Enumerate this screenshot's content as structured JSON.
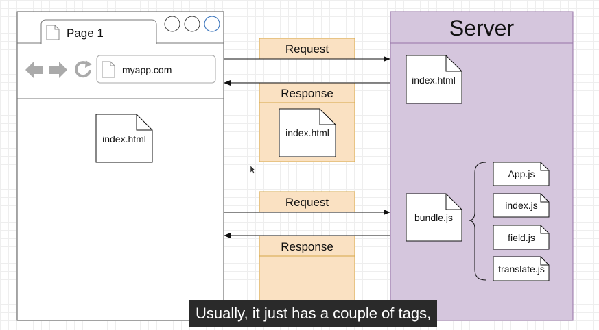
{
  "browser": {
    "tab_label": "Page 1",
    "url": "myapp.com",
    "page_file": "index.html"
  },
  "server": {
    "title": "Server",
    "file_index": "index.html",
    "file_bundle": "bundle.js",
    "bundle_parts": [
      "App.js",
      "index.js",
      "field.js",
      "translate.js"
    ]
  },
  "exchanges": [
    {
      "request_label": "Request",
      "response_label": "Response",
      "response_file": "index.html"
    },
    {
      "request_label": "Request",
      "response_label": "Response",
      "response_file": ""
    }
  ],
  "caption": "Usually, it just has a couple of tags,",
  "colors": {
    "server_fill": "#d5c6dd",
    "server_stroke": "#9673a6",
    "packet_fill": "#fae1c2",
    "packet_stroke": "#d6a748",
    "browser_stroke": "#555555",
    "caption_bg": "#2a2a2a"
  }
}
